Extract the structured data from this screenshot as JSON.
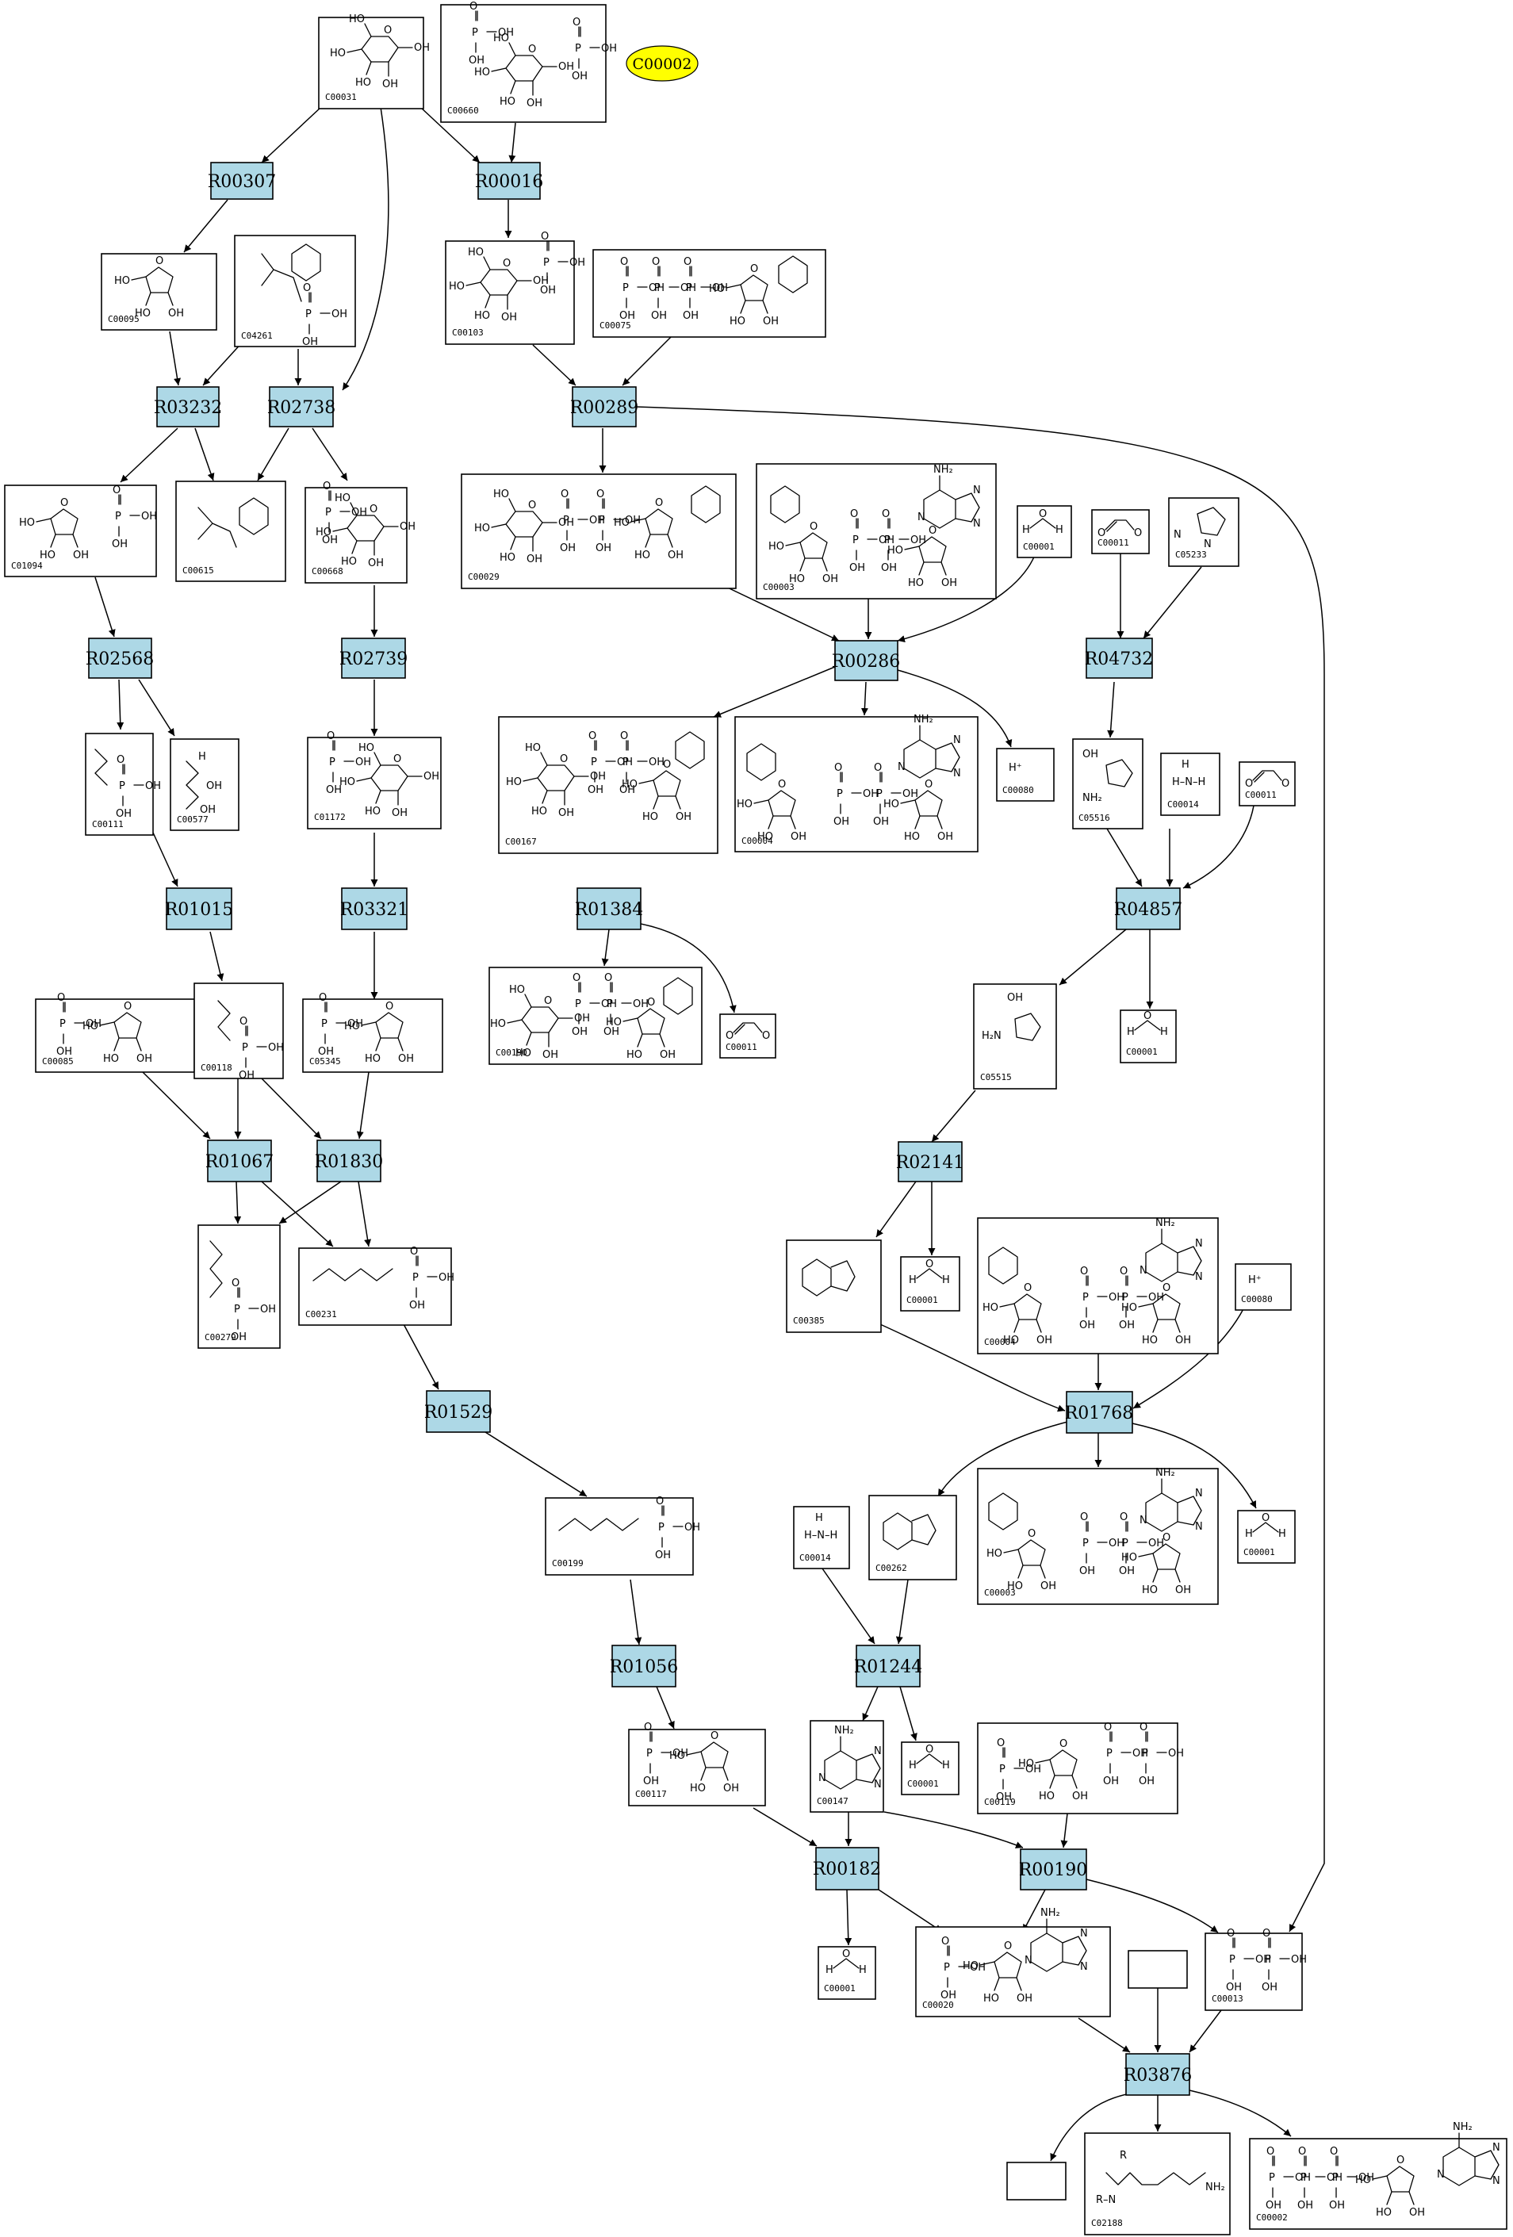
{
  "diagram": {
    "highlight_compound": "C00002",
    "colors": {
      "reaction_fill": "#add8e6",
      "highlight_fill": "#ffff00",
      "compound_fill": "#ffffff",
      "line": "#000000"
    },
    "reactions": [
      "R00307",
      "R00016",
      "R03232",
      "R02738",
      "R00289",
      "R02568",
      "R02739",
      "R00286",
      "R04732",
      "R01015",
      "R03321",
      "R01384",
      "R04857",
      "R01067",
      "R01830",
      "R02141",
      "R01529",
      "R01768",
      "R01056",
      "R01244",
      "R00182",
      "R00190",
      "R03876"
    ],
    "compounds": [
      "C00031",
      "C00660",
      "C00095",
      "C04261",
      "C00103",
      "C00075",
      "C01094",
      "C00615",
      "C00668",
      "C00029",
      "C00003",
      "C00001",
      "C00011",
      "C05233",
      "C00111",
      "C00577",
      "C01172",
      "C00167",
      "C00004",
      "C00080",
      "C05516",
      "C00014",
      "C00011",
      "C00190",
      "C00011",
      "C00085",
      "C00118",
      "C05345",
      "C05515",
      "C00001",
      "C00279",
      "C00231",
      "C00385",
      "C00001",
      "C00004",
      "C00080",
      "C00199",
      "C00014",
      "C00262",
      "C00003",
      "C00001",
      "C00117",
      "C00147",
      "C00001",
      "C00119",
      "C00001",
      "C00020",
      "C00013",
      "C02188",
      "C00002"
    ]
  }
}
